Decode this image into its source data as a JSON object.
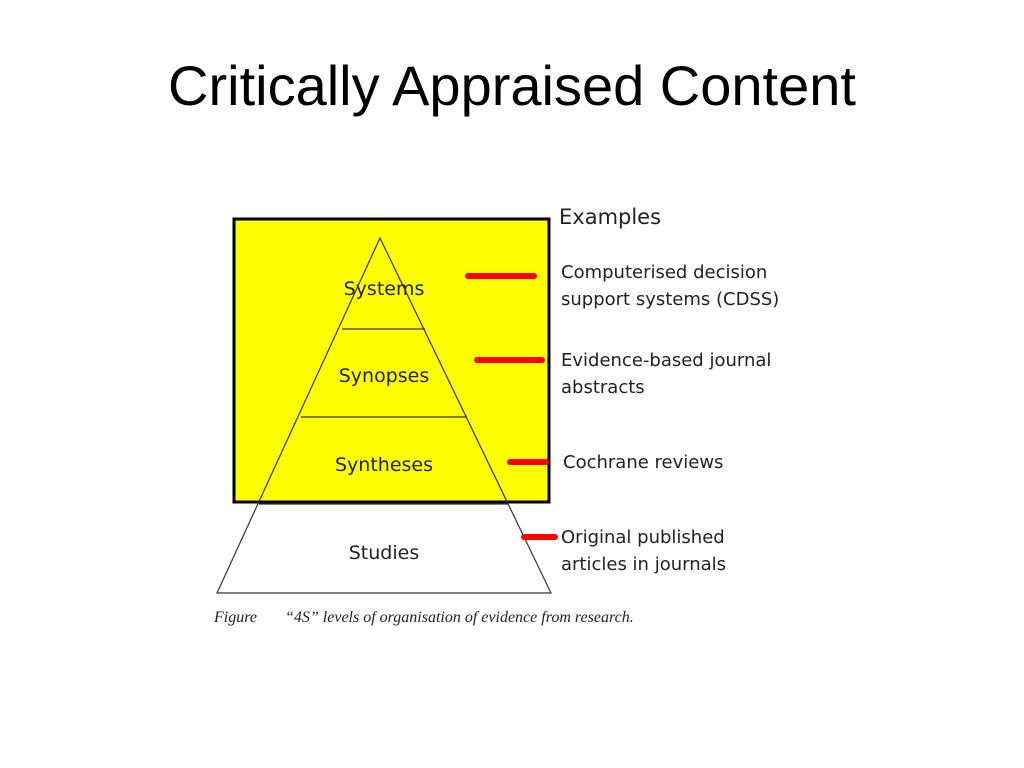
{
  "slide": {
    "title": "Critically Appraised Content"
  },
  "diagram": {
    "levels": [
      "Systems",
      "Synopses",
      "Syntheses",
      "Studies"
    ],
    "examples_heading": "Examples",
    "examples": [
      {
        "lines": [
          "Computerised decision",
          "support systems (CDSS)"
        ]
      },
      {
        "lines": [
          "Evidence-based journal",
          "abstracts"
        ]
      },
      {
        "lines": [
          "Cochrane reviews"
        ]
      },
      {
        "lines": [
          "Original published",
          "articles in journals"
        ]
      }
    ],
    "caption_figure": "Figure",
    "caption_text": "“4S” levels of organisation of evidence from research.",
    "colors": {
      "highlight_box": "#ffff00",
      "connector": "#ff0000",
      "outline": "#000000"
    }
  }
}
